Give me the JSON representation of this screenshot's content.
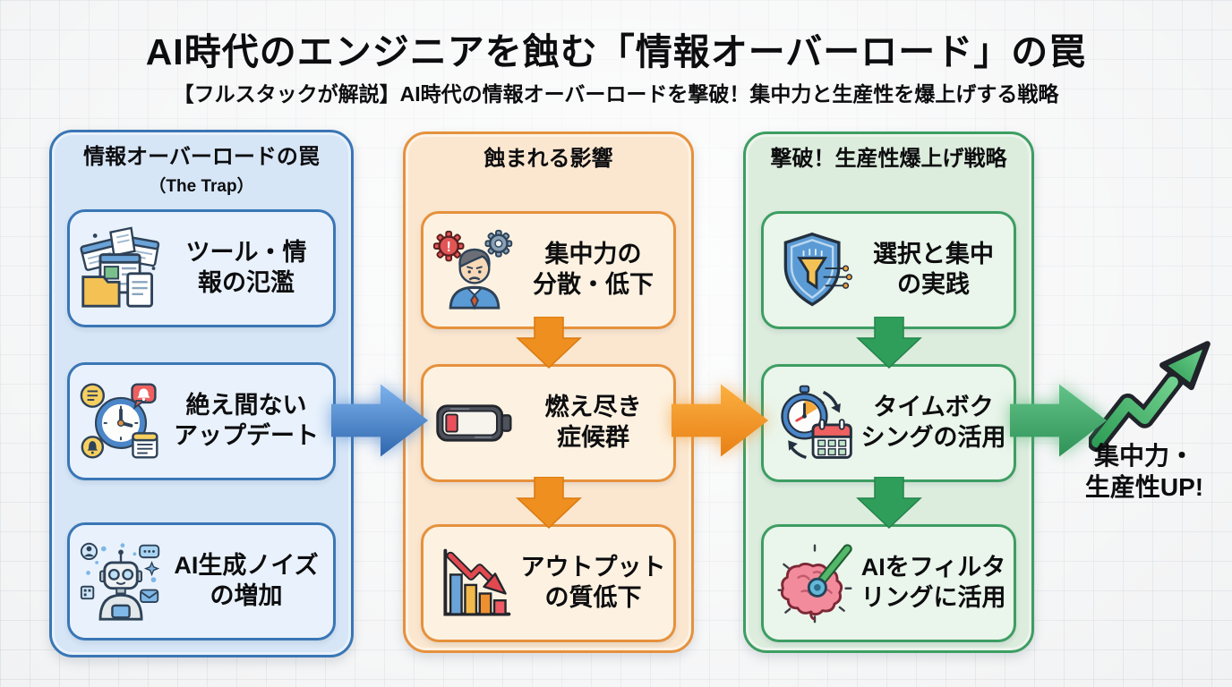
{
  "header": {
    "title": "AI時代のエンジニアを蝕む「情報オーバーロード」の罠",
    "subtitle": "【フルスタックが解説】AI時代の情報オーバーロードを撃破！集中力と生産性を爆上げする戦略"
  },
  "columns": [
    {
      "title": "情報オーバーロードの罠",
      "subtitle": "（The Trap）",
      "accent_color": "#3a76b5",
      "panel_bg": "#d6e6f7",
      "box_bg": "#e9f2fc",
      "items": [
        {
          "icon": "tools-documents-icon",
          "line1": "ツール・情",
          "line2": "報の氾濫"
        },
        {
          "icon": "clock-notifications-icon",
          "line1": "絶え間ない",
          "line2": "アップデート"
        },
        {
          "icon": "robot-icon",
          "line1": "AI生成ノイズ",
          "line2": "の増加"
        }
      ]
    },
    {
      "title": "蝕まれる影響",
      "accent_color": "#e6913c",
      "panel_bg": "#fbe7d0",
      "box_bg": "#fdf2e1",
      "items": [
        {
          "icon": "stressed-person-gears-icon",
          "line1": "集中力の",
          "line2": "分散・低下"
        },
        {
          "icon": "low-battery-icon",
          "line1": "燃え尽き",
          "line2": "症候群"
        },
        {
          "icon": "declining-chart-icon",
          "line1": "アウトプット",
          "line2": "の質低下"
        }
      ]
    },
    {
      "title": "撃破！生産性爆上げ戦略",
      "accent_color": "#3d9e62",
      "panel_bg": "#dcecdd",
      "box_bg": "#eaf5eb",
      "items": [
        {
          "icon": "shield-funnel-icon",
          "line1": "選択と集中",
          "line2": "の実践"
        },
        {
          "icon": "stopwatch-calendar-icon",
          "line1": "タイムボク",
          "line2": "シングの活用"
        },
        {
          "icon": "brain-gauge-icon",
          "line1": "AIをフィルタ",
          "line2": "リングに活用"
        }
      ]
    }
  ],
  "flow_arrows": {
    "blue_arrow_color": "#2e66ad",
    "orange_arrow_color": "#ee8f1f",
    "green_arrow_color": "#2f9e5a"
  },
  "result": {
    "icon": "trend-up-arrow-icon",
    "line1": "集中力・",
    "line2": "生産性UP!"
  }
}
